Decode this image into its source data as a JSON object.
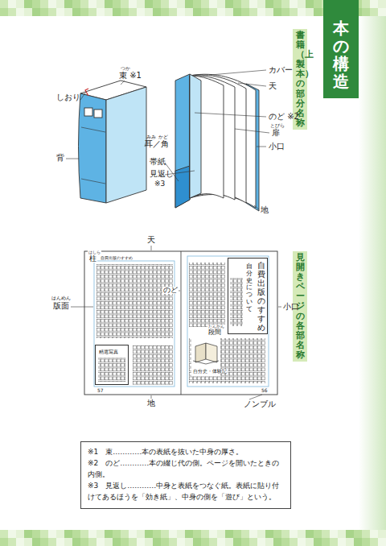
{
  "diagram": {
    "nodes": [
      {
        "text": [
          "本の構造"
        ]
      },
      {
        "text": [
          "書籍（上製本）の部分名称"
        ]
      },
      {
        "text": [
          "見開きページの各部名称"
        ]
      },
      {
        "text": [
          "自費出版のすすめ",
          "自分史について"
        ]
      },
      {
        "text": [
          "精選写真"
        ]
      },
      {
        "text": [
          "※1　束…………本の表紙を抜いた中身の厚さ。",
          "※2　のど…………本の綴じ代の側。ページを開いたときの内側。",
          "※3　見返し…………中身と表紙をつなぐ紙。表紙に貼り付けてあるほうを「効き紙」、中身の側を「遊び」という。"
        ]
      }
    ],
    "labels": [
      "つか",
      "束 ※1",
      "しおり",
      "みみ",
      "かど",
      "耳／角",
      "背",
      "帯紙",
      "見返し",
      "※3",
      "カバー",
      "天",
      "のど ※2",
      "とびら",
      "扉",
      "小口",
      "地",
      "天",
      "はしら",
      "柱",
      "自費出版のすすめ",
      "はんめん",
      "版面",
      "のど",
      "小口",
      "だんかん",
      "段間",
      "自分史・体験記",
      "57",
      "56",
      "地",
      "ノンブル"
    ]
  }
}
